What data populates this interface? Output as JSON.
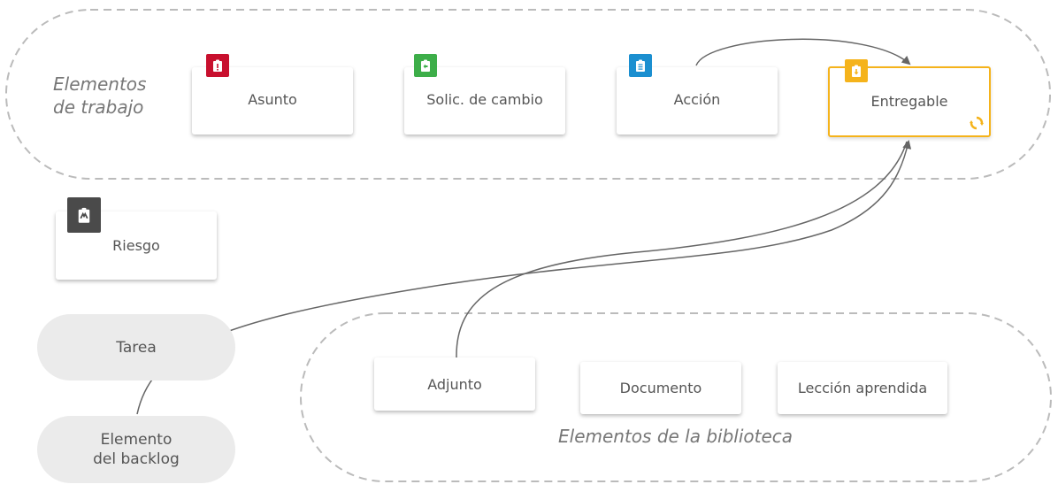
{
  "groups": {
    "work": {
      "label_line1": "Elementos",
      "label_line2": "de trabajo"
    },
    "library": {
      "label": "Elementos de la biblioteca"
    }
  },
  "items": {
    "asunto": {
      "label": "Asunto",
      "icon": "alert-clipboard-icon",
      "color": "#C8102E"
    },
    "solicitud": {
      "label": "Solic. de cambio",
      "icon": "change-clipboard-icon",
      "color": "#3DAE49"
    },
    "accion": {
      "label": "Acción",
      "icon": "list-clipboard-icon",
      "color": "#1B8FD0"
    },
    "entregable": {
      "label": "Entregable",
      "icon": "download-clipboard-icon",
      "color": "#F5B31B"
    },
    "riesgo": {
      "label": "Riesgo",
      "icon": "risk-clipboard-icon",
      "color": "#4A4A4A"
    },
    "tarea": {
      "label": "Tarea"
    },
    "backlog": {
      "label_line1": "Elemento",
      "label_line2": "del backlog"
    },
    "adjunto": {
      "label": "Adjunto"
    },
    "documento": {
      "label": "Documento"
    },
    "leccion": {
      "label": "Lección aprendida"
    }
  },
  "colors": {
    "selected_border": "#F5B31B",
    "connector": "#666666",
    "group_outline": "#bbbbbb",
    "pill_fill": "#ebebeb"
  }
}
